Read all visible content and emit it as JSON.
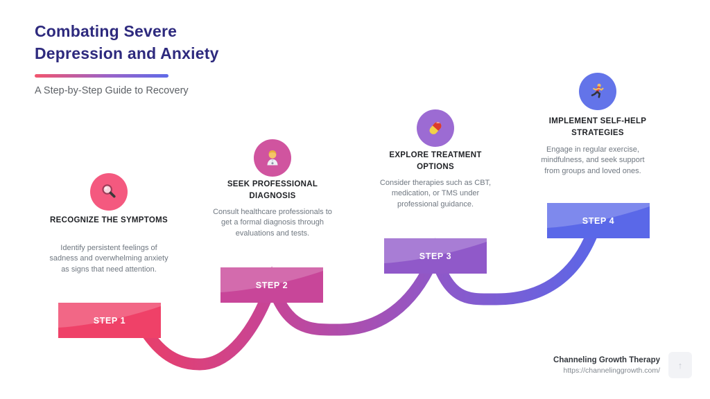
{
  "header": {
    "title": "Combating Severe Depression and Anxiety",
    "subtitle": "A Step-by-Step Guide to Recovery"
  },
  "steps": [
    {
      "label": "STEP 1",
      "title": "RECOGNIZE THE SYMPTOMS",
      "description": "Identify persistent feelings of sadness and overwhelming anxiety as signs that need attention.",
      "icon": "magnifier-icon",
      "box_color": "#EF4168",
      "circle_color": "#F4597F"
    },
    {
      "label": "STEP 2",
      "title": "SEEK PROFESSIONAL DIAGNOSIS",
      "description": "Consult healthcare professionals to get a formal diagnosis through evaluations and tests.",
      "icon": "doctor-icon",
      "box_color": "#C84699",
      "circle_color": "#D0549F"
    },
    {
      "label": "STEP 3",
      "title": "EXPLORE TREATMENT OPTIONS",
      "description": "Consider therapies such as CBT, medication, or TMS under professional guidance.",
      "icon": "pill-icon",
      "box_color": "#9059C9",
      "circle_color": "#9C6BD3"
    },
    {
      "label": "STEP 4",
      "title": "IMPLEMENT SELF-HELP STRATEGIES",
      "description": "Engage in regular exercise, mindfulness, and seek support from groups and loved ones.",
      "icon": "runner-icon",
      "box_color": "#5A68E8",
      "circle_color": "#6374E9"
    }
  ],
  "footer": {
    "company": "Channeling Growth Therapy",
    "url": "https://channelinggrowth.com/",
    "button_icon": "arrow-up-icon"
  },
  "colors": {
    "title_text": "#2E2A7E",
    "subtitle_text": "#5D6166",
    "underline_gradient": [
      "#F2556E",
      "#9A63C8",
      "#5F6BE8"
    ],
    "wave_gradient": [
      "#EC3E65",
      "#C64597",
      "#8F58C8",
      "#5A67E8"
    ],
    "step_title_text": "#1F2125",
    "description_text": "#6F7780",
    "background": "#FFFFFF"
  }
}
